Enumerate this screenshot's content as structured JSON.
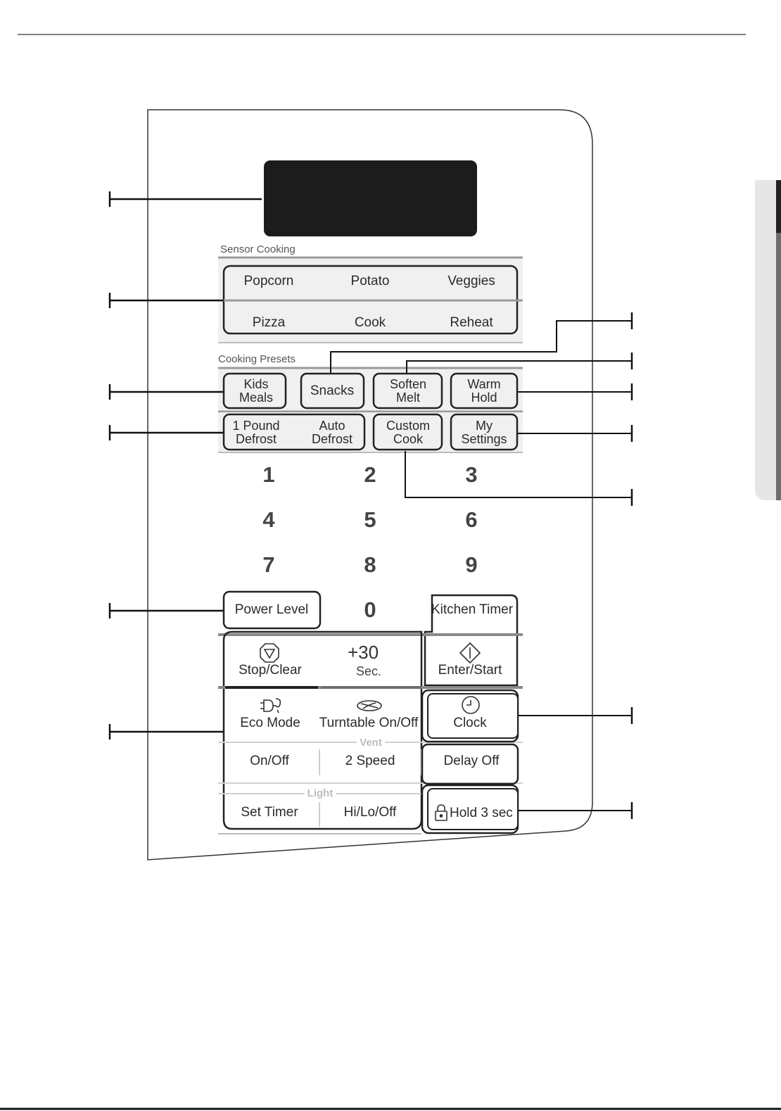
{
  "sensor_cooking": {
    "title": "Sensor Cooking",
    "popcorn": "Popcorn",
    "potato": "Potato",
    "veggies": "Veggies",
    "pizza": "Pizza",
    "cook": "Cook",
    "reheat": "Reheat"
  },
  "cooking_presets": {
    "title": "Cooking Presets",
    "kids_meals": [
      "Kids",
      "Meals"
    ],
    "snacks": "Snacks",
    "soften_melt": [
      "Soften",
      "Melt"
    ],
    "warm_hold": [
      "Warm",
      "Hold"
    ],
    "pound_defrost": [
      "1 Pound",
      "Defrost"
    ],
    "auto_defrost": [
      "Auto",
      "Defrost"
    ],
    "custom_cook": [
      "Custom",
      "Cook"
    ],
    "my_settings": [
      "My",
      "Settings"
    ]
  },
  "keypad": {
    "digits": [
      "1",
      "2",
      "3",
      "4",
      "5",
      "6",
      "7",
      "8",
      "9",
      "0"
    ],
    "power_level": "Power Level",
    "kitchen_timer": "Kitchen Timer"
  },
  "controls": {
    "stop_clear": "Stop/Clear",
    "plus30": "+30",
    "sec": "Sec.",
    "enter_start": "Enter/Start",
    "eco_mode": "Eco Mode",
    "turntable": "Turntable On/Off",
    "clock": "Clock",
    "vent_label": "Vent",
    "vent_onoff": "On/Off",
    "vent_2speed": "2 Speed",
    "delay_off": "Delay Off",
    "light_label": "Light",
    "set_timer": "Set Timer",
    "hi_lo_off": "Hi/Lo/Off",
    "hold_3sec": "Hold 3 sec"
  },
  "icons": {
    "stop": "stop-octagon-icon",
    "start": "start-diamond-icon",
    "eco": "eco-plug-icon",
    "turntable": "turntable-icon",
    "clock": "clock-icon",
    "lock": "lock-icon"
  }
}
